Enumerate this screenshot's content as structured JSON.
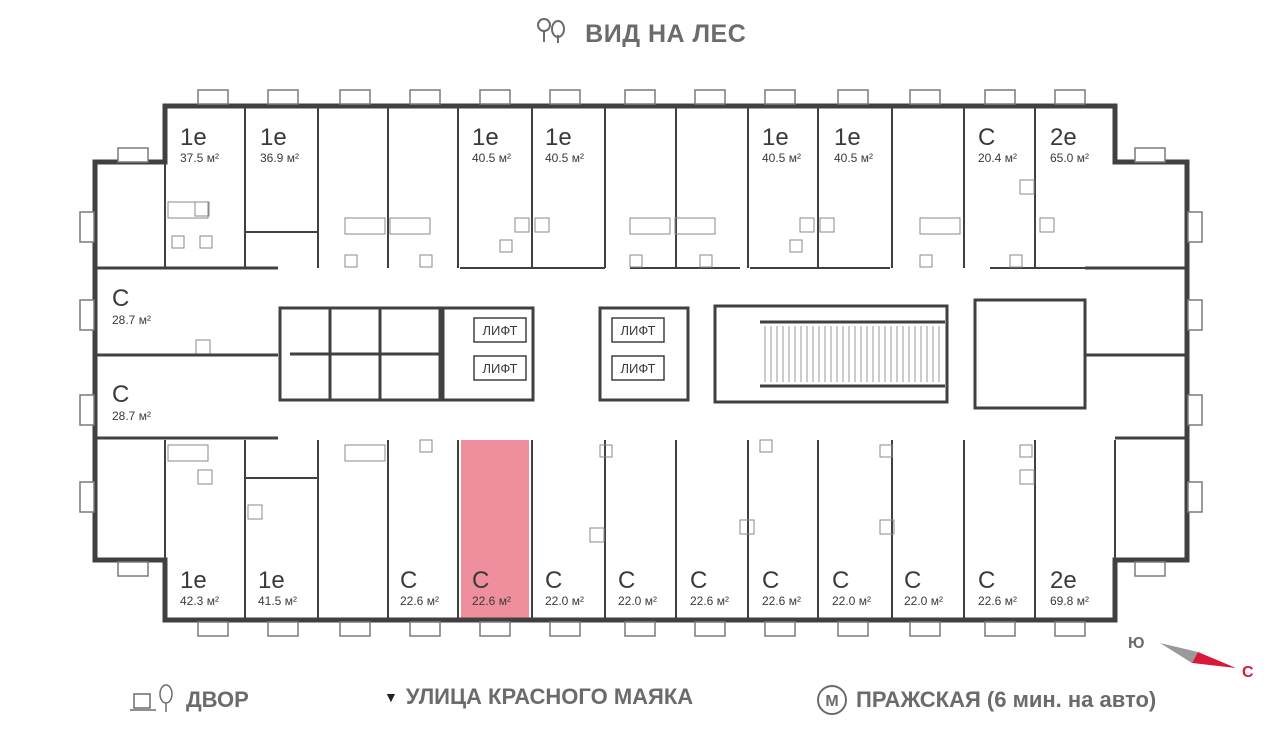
{
  "header": {
    "title": "ВИД НА ЛЕС",
    "icon": "trees-icon"
  },
  "apartments_top": [
    {
      "type": "1е",
      "area": "37.5 м²"
    },
    {
      "type": "1е",
      "area": "36.9 м²"
    },
    {
      "type": "1е",
      "area": "40.5 м²"
    },
    {
      "type": "1е",
      "area": "40.5 м²"
    },
    {
      "type": "1е",
      "area": "40.5 м²"
    },
    {
      "type": "1е",
      "area": "40.5 м²"
    },
    {
      "type": "С",
      "area": "20.4 м²"
    },
    {
      "type": "2е",
      "area": "65.0 м²"
    }
  ],
  "apartments_left": [
    {
      "type": "С",
      "area": "28.7 м²"
    },
    {
      "type": "С",
      "area": "28.7 м²"
    }
  ],
  "apartments_bottom": [
    {
      "type": "1е",
      "area": "42.3 м²"
    },
    {
      "type": "1е",
      "area": "41.5 м²"
    },
    {
      "type": "С",
      "area": "22.6 м²"
    },
    {
      "type": "С",
      "area": "22.6 м²",
      "highlighted": true
    },
    {
      "type": "С",
      "area": "22.0 м²"
    },
    {
      "type": "С",
      "area": "22.0 м²"
    },
    {
      "type": "С",
      "area": "22.6 м²"
    },
    {
      "type": "С",
      "area": "22.6 м²"
    },
    {
      "type": "С",
      "area": "22.0 м²"
    },
    {
      "type": "С",
      "area": "22.0 м²"
    },
    {
      "type": "С",
      "area": "22.6 м²"
    },
    {
      "type": "2е",
      "area": "69.8 м²"
    }
  ],
  "lifts": [
    "ЛИФТ",
    "ЛИФТ",
    "ЛИФТ",
    "ЛИФТ"
  ],
  "footer": {
    "yard": "ДВОР",
    "street": "УЛИЦА КРАСНОГО МАЯКА",
    "metro_letter": "М",
    "metro": "ПРАЖСКАЯ (6 мин. на авто)"
  },
  "compass": {
    "south": "Ю",
    "north": "С"
  },
  "colors": {
    "highlight": "#ef8e9c",
    "wall": "#404040",
    "accent": "#d9173a",
    "text": "#6b6b6b"
  }
}
